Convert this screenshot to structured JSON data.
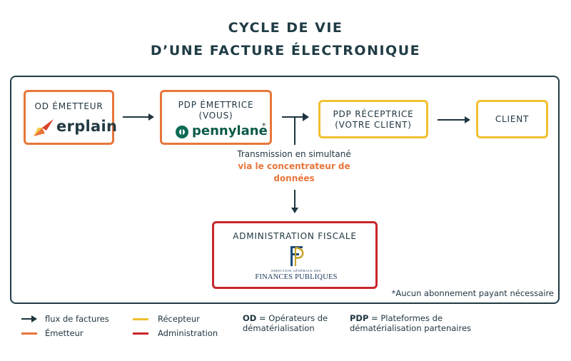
{
  "title": {
    "line1": "CYCLE DE VIE",
    "line2": "D’UNE FACTURE ÉLECTRONIQUE"
  },
  "nodes": {
    "od_emetteur": {
      "label": "OD ÉMETTEUR",
      "logo": "erplain"
    },
    "pdp_emettrice": {
      "label_line1": "PDP ÉMETTRICE",
      "label_line2": "(VOUS)",
      "logo": "pennylane",
      "asterisk": "*"
    },
    "pdp_receptrice": {
      "label_line1": "PDP RÉCEPTRICE",
      "label_line2": "(VOTRE CLIENT)"
    },
    "client": {
      "label": "CLIENT"
    },
    "administration": {
      "label": "ADMINISTRATION FISCALE",
      "logo_small": "DIRECTION GÉNÉRALE DES",
      "logo_big": "FINANCES PUBLIQUES"
    }
  },
  "transmission": {
    "line1": "Transmission en simultané",
    "line2": "via le concentrateur de",
    "line3": "données"
  },
  "footnote": "*Aucun abonnement payant nécessaire",
  "legend": {
    "flux": "flux de factures",
    "emetteur": "Émetteur",
    "recepteur": "Récepteur",
    "administration": "Administration",
    "od_abbr": "OD",
    "od_def_1": " = Opérateurs de",
    "od_def_2": "dématérialisation",
    "pdp_abbr": "PDP",
    "pdp_def_1": " = Plateformes de",
    "pdp_def_2": "dématérialisation partenaires"
  },
  "colors": {
    "dark": "#1f3540",
    "emetteur": "#e8763a",
    "recepteur": "#f0c030",
    "administration": "#c8262c"
  }
}
